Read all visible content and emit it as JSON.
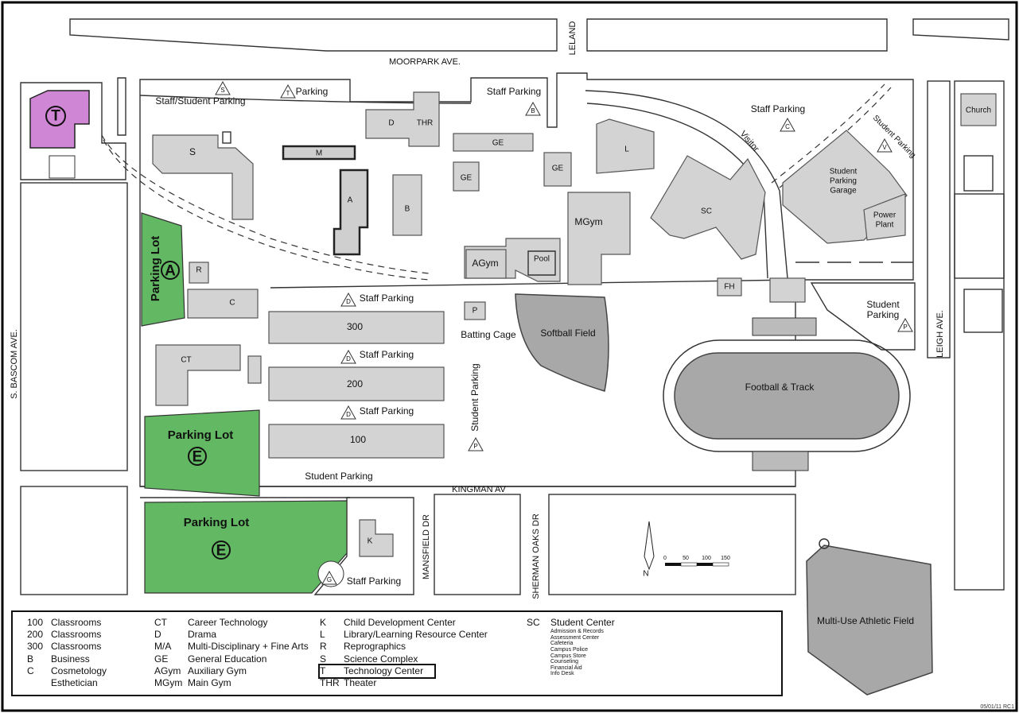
{
  "streets": {
    "moorpark": "MOORPARK AVE.",
    "leland": "LELAND",
    "bascom": "S. BASCOM AVE.",
    "leigh": "LEIGH AVE.",
    "kingman": "KINGMAN AV",
    "mansfield": "MANSFIELD DR",
    "sherman_oaks": "SHERMAN OAKS DR",
    "visitor": "Visitor"
  },
  "parking": {
    "staff_student": "Staff/Student Parking",
    "t_parking": "Parking",
    "staff_b": "Staff Parking",
    "staff_c": "Staff Parking",
    "student_parking_v": "Student Parking",
    "student_parking_garage": [
      "Student",
      "Parking",
      "Garage"
    ],
    "staff_d1": "Staff Parking",
    "staff_d2": "Staff Parking",
    "staff_d3": "Staff Parking",
    "student_parking_p": "Student Parking",
    "student_parking_right": [
      "Student",
      "Parking"
    ],
    "student_parking_bottom": "Student Parking",
    "staff_g": "Staff Parking",
    "lot_a": "Parking Lot",
    "lot_e1": "Parking Lot",
    "lot_e2": "Parking Lot",
    "lot_a_letter": "A",
    "lot_e_letter": "E",
    "lot_t_letter": "T",
    "triangle_codes": [
      "S",
      "T",
      "B",
      "C",
      "V",
      "D",
      "D",
      "D",
      "P",
      "G",
      "P"
    ]
  },
  "buildings": {
    "d": "D",
    "thr": "THR",
    "ge1": "GE",
    "ge2": "GE",
    "ge3": "GE",
    "l": "L",
    "s": "S",
    "m": "M",
    "a": "A",
    "b": "B",
    "sc": "SC",
    "mgym": "MGym",
    "agym": "AGym",
    "pool": "Pool",
    "r": "R",
    "c": "C",
    "ct": "CT",
    "b300": "300",
    "b200": "200",
    "b100": "100",
    "p": "P",
    "fh": "FH",
    "k": "K",
    "church": "Church",
    "power_plant": [
      "Power",
      "Plant"
    ]
  },
  "fields": {
    "batting_cage": "Batting Cage",
    "softball": "Softball Field",
    "football": "Football & Track",
    "multi_use": "Multi-Use Athletic Field"
  },
  "scale": [
    "0",
    "50",
    "100",
    "150"
  ],
  "north": "N",
  "legend": {
    "col1": [
      {
        "code": "100",
        "name": "Classrooms"
      },
      {
        "code": "200",
        "name": "Classrooms"
      },
      {
        "code": "300",
        "name": "Classrooms"
      },
      {
        "code": "B",
        "name": "Business"
      },
      {
        "code": "C",
        "name": "Cosmetology"
      },
      {
        "code": "",
        "name": "Esthetician"
      }
    ],
    "col2": [
      {
        "code": "CT",
        "name": "Career Technology"
      },
      {
        "code": "D",
        "name": "Drama"
      },
      {
        "code": "M/A",
        "name": "Multi-Disciplinary + Fine Arts"
      },
      {
        "code": "GE",
        "name": "General Education"
      },
      {
        "code": "AGym",
        "name": "Auxiliary Gym"
      },
      {
        "code": "MGym",
        "name": "Main Gym"
      }
    ],
    "col3": [
      {
        "code": "K",
        "name": "Child Development Center"
      },
      {
        "code": "L",
        "name": "Library/Learning Resource Center"
      },
      {
        "code": "R",
        "name": "Reprographics"
      },
      {
        "code": "S",
        "name": "Science Complex"
      },
      {
        "code": "T",
        "name": "Technology Center"
      },
      {
        "code": "THR",
        "name": "Theater"
      }
    ],
    "col4_code": "SC",
    "col4_name": "Student Center",
    "col4_sub": [
      "Admission & Records",
      "Assessment Center",
      "Cafeteria",
      "Campus Police",
      "Campus Store",
      "Counseling",
      "Financial Aid",
      "Info Desk"
    ]
  },
  "footer": "05/01/11 RC1",
  "colors": {
    "lot_green": "#62b863",
    "tech_center_purple": "#cf86d4",
    "building_gray": "#d3d3d3",
    "field_gray": "#a8a8a8"
  }
}
